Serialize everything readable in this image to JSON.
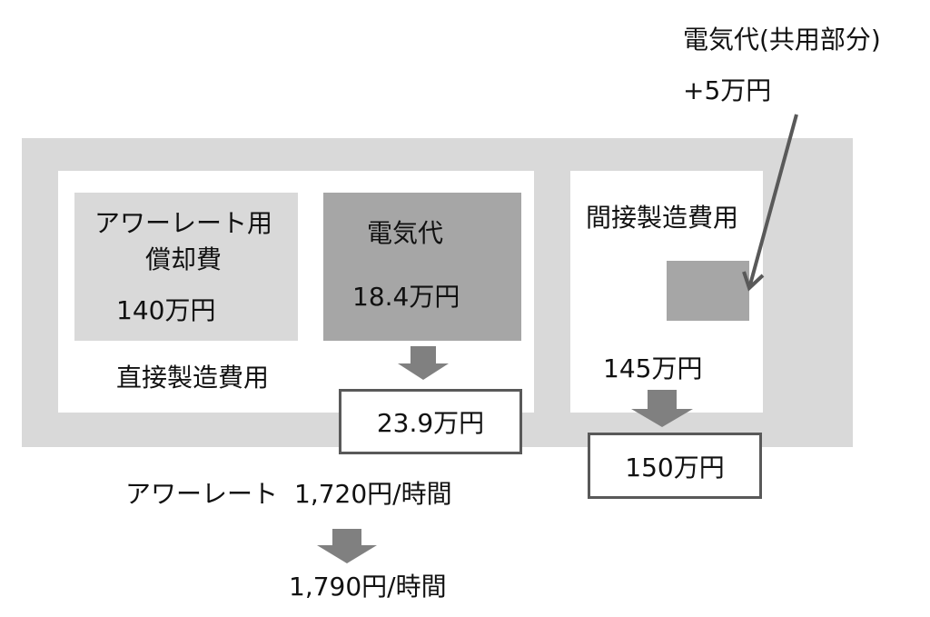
{
  "annotation": {
    "title": "電気代(共用部分)",
    "value": "+5万円"
  },
  "direct_costs": {
    "label": "直接製造費用",
    "depreciation": {
      "line1": "アワーレート用",
      "line2": "償却費",
      "value": "140万円"
    },
    "electricity": {
      "label": "電気代",
      "value": "18.4万円",
      "result": "23.9万円"
    }
  },
  "indirect_costs": {
    "label": "間接製造費用",
    "value": "145万円",
    "result": "150万円"
  },
  "hour_rate": {
    "label": "アワーレート",
    "before": "1,720円/時間",
    "after": "1,790円/時間"
  },
  "colors": {
    "outer_bg": "#d9d9d9",
    "light_box": "#d9d9d9",
    "dark_box": "#a6a6a6",
    "arrow": "#808080",
    "pointer": "#595959",
    "border": "#595959"
  }
}
